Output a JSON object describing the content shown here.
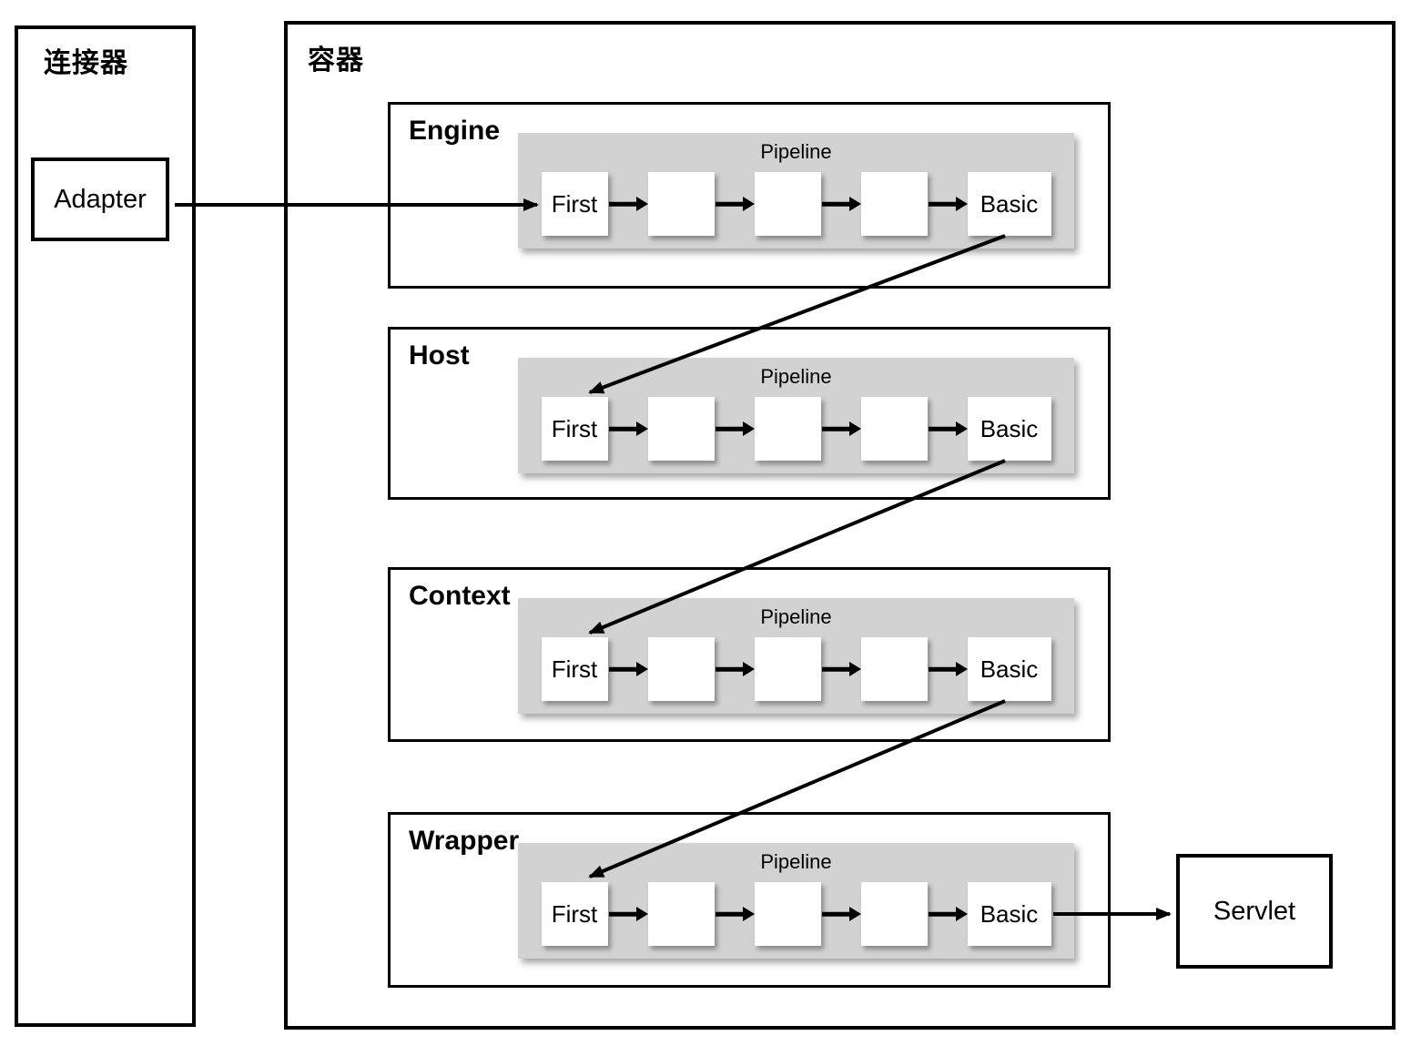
{
  "connector": {
    "label": "连接器",
    "adapter_label": "Adapter"
  },
  "container": {
    "label": "容器"
  },
  "rows": [
    {
      "label": "Engine",
      "pipeline_label": "Pipeline",
      "first_valve": "First",
      "basic_valve": "Basic"
    },
    {
      "label": "Host",
      "pipeline_label": "Pipeline",
      "first_valve": "First",
      "basic_valve": "Basic"
    },
    {
      "label": "Context",
      "pipeline_label": "Pipeline",
      "first_valve": "First",
      "basic_valve": "Basic"
    },
    {
      "label": "Wrapper",
      "pipeline_label": "Pipeline",
      "first_valve": "First",
      "basic_valve": "Basic"
    }
  ],
  "servlet": {
    "label": "Servlet"
  },
  "colors": {
    "pipeline_bg": "#d2d2d2",
    "stroke": "#000000",
    "box_bg": "#ffffff"
  }
}
